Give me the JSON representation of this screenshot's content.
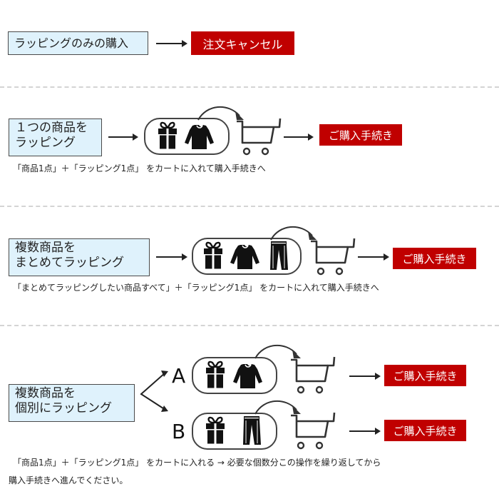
{
  "section1": {
    "label": "ラッピングのみの購入",
    "result": "注文キャンセル"
  },
  "section2": {
    "label_line1": "１つの商品を",
    "label_line2": "ラッピング",
    "button": "ご購入手続き",
    "note": "「商品1点」＋「ラッピング1点」 をカートに入れて購入手続きへ"
  },
  "section3": {
    "label_line1": "複数商品を",
    "label_line2": "まとめてラッピング",
    "button": "ご購入手続き",
    "note": "「まとめてラッピングしたい商品すべて」＋「ラッピング1点」 をカートに入れて購入手続きへ"
  },
  "section4": {
    "label_line1": "複数商品を",
    "label_line2": "個別にラッピング",
    "option_a": "A",
    "option_b": "B",
    "button_a": "ご購入手続き",
    "button_b": "ご購入手続き",
    "note_line1": "「商品1点」＋「ラッピング1点」 をカートに入れる → 必要な個数分この操作を繰り返してから",
    "note_line2": "購入手続きへ進んでください。"
  },
  "icons": [
    "gift-icon",
    "sweater-icon",
    "pants-icon",
    "cart-icon",
    "arrow-icon",
    "curved-arrow-icon"
  ]
}
